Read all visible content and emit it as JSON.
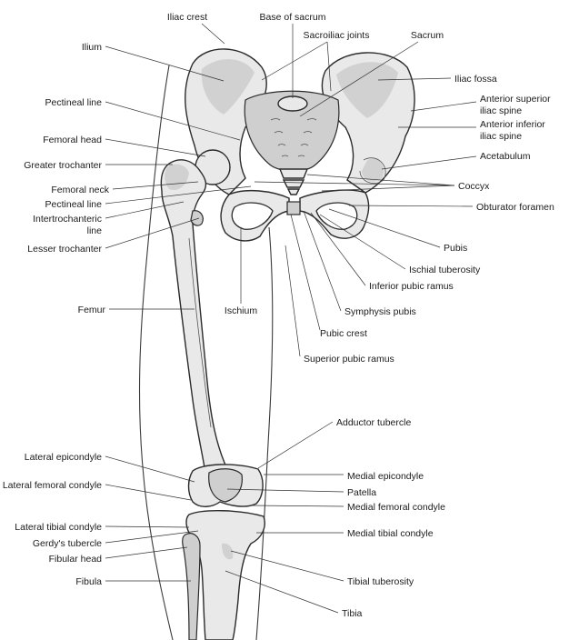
{
  "labels": {
    "iliac_crest": "Iliac crest",
    "base_of_sacrum": "Base of sacrum",
    "sacroiliac_joints": "Sacroiliac joints",
    "sacrum": "Sacrum",
    "ilium": "Ilium",
    "iliac_fossa": "Iliac fossa",
    "anterior_superior_line1": "Anterior superior",
    "anterior_superior_line2": "iliac spine",
    "anterior_inferior_line1": "Anterior inferior",
    "anterior_inferior_line2": "iliac spine",
    "pectineal_line_upper": "Pectineal line",
    "femoral_head": "Femoral head",
    "acetabulum": "Acetabulum",
    "greater_trochanter": "Greater trochanter",
    "coccyx": "Coccyx",
    "femoral_neck": "Femoral neck",
    "pectineal_line_lower": "Pectineal line",
    "obturator_foramen": "Obturator foramen",
    "intertrochanteric_line1": "Intertrochanteric",
    "intertrochanteric_line2": "line",
    "lesser_trochanter": "Lesser trochanter",
    "pubis": "Pubis",
    "ischial_tuberosity": "Ischial tuberosity",
    "inferior_pubic_ramus": "Inferior pubic ramus",
    "femur": "Femur",
    "ischium": "Ischium",
    "symphysis_pubis": "Symphysis pubis",
    "pubic_crest": "Pubic crest",
    "superior_pubic_ramus": "Superior pubic ramus",
    "adductor_tubercle": "Adductor tubercle",
    "lateral_epicondyle": "Lateral epicondyle",
    "medial_epicondyle": "Medial epicondyle",
    "lateral_femoral_condyle": "Lateral femoral condyle",
    "patella": "Patella",
    "medial_femoral_condyle": "Medial femoral condyle",
    "lateral_tibial_condyle": "Lateral tibial condyle",
    "medial_tibial_condyle": "Medial tibial condyle",
    "gerdys_tubercle": "Gerdy's tubercle",
    "fibular_head": "Fibular head",
    "tibial_tuberosity": "Tibial tuberosity",
    "fibula": "Fibula",
    "tibia": "Tibia"
  }
}
